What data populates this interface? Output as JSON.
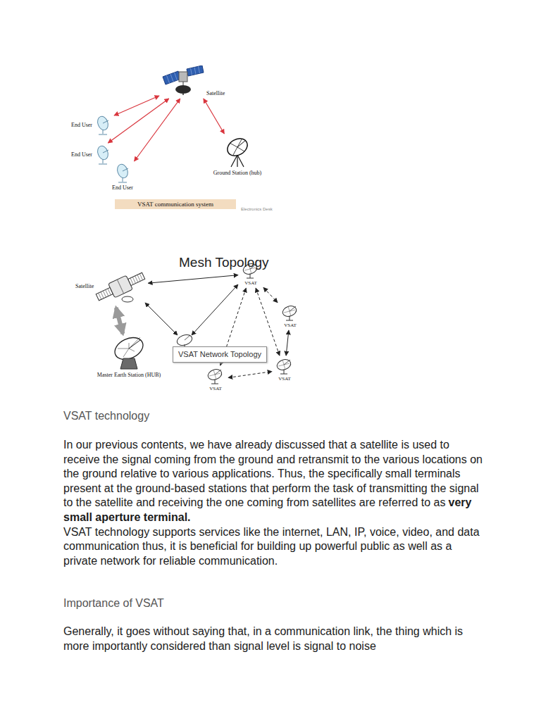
{
  "diagram": {
    "nodes": [
      {
        "text": [
          "Satellite"
        ]
      },
      {
        "text": [
          "End User"
        ]
      },
      {
        "text": [
          "End User"
        ]
      },
      {
        "text": [
          "End User"
        ]
      },
      {
        "text": [
          "Ground Station (hub)"
        ]
      },
      {
        "text": [
          "VSAT communication system"
        ]
      },
      {
        "text": [
          "Satellite"
        ]
      },
      {
        "text": [
          "VSAT"
        ]
      },
      {
        "text": [
          "VSAT"
        ]
      },
      {
        "text": [
          "VSAT Network Topology"
        ]
      },
      {
        "text": [
          "VSAT"
        ]
      },
      {
        "text": [
          "VSAT"
        ]
      },
      {
        "text": [
          "Master Earth Station (HUB)"
        ]
      }
    ],
    "edges": [
      {
        "from": 0,
        "to": 1,
        "arrow": "both"
      },
      {
        "from": 0,
        "to": 2,
        "arrow": "both"
      },
      {
        "from": 0,
        "to": 3,
        "arrow": "both"
      },
      {
        "from": 0,
        "to": 4,
        "arrow": "both"
      },
      {
        "from": 6,
        "to": 12,
        "arrow": "both"
      },
      {
        "from": 6,
        "to": 7,
        "arrow": "both"
      },
      {
        "from": 7,
        "to": 8,
        "arrow": "both"
      },
      {
        "from": 8,
        "to": 10,
        "arrow": "both"
      },
      {
        "from": 7,
        "to": 11,
        "arrow": "both"
      },
      {
        "from": 7,
        "to": 10,
        "arrow": "both"
      },
      {
        "from": 11,
        "to": 10,
        "arrow": "both"
      }
    ],
    "labels": [
      "Electronics Desk",
      "Mesh Topology",
      "VSAT technology",
      "In our previous contents, we have already discussed that a satellite is used to receive the signal coming from the ground and retransmit to the various locations on the ground relative to various applications. Thus, the specifically small terminals present at the ground-based stations that perform the task of transmitting the signal to the satellite and receiving the one coming from satellites are referred to as",
      "very small aperture terminal.",
      "VSAT technology supports services like the internet, LAN, IP, voice, video, and data communication thus, it is beneficial for building up powerful public as well as a private network for reliable communication.",
      "Importance of VSAT",
      "Generally, it goes without saying that, in a communication link, the thing which is more importantly considered than signal level is signal to noise"
    ]
  }
}
